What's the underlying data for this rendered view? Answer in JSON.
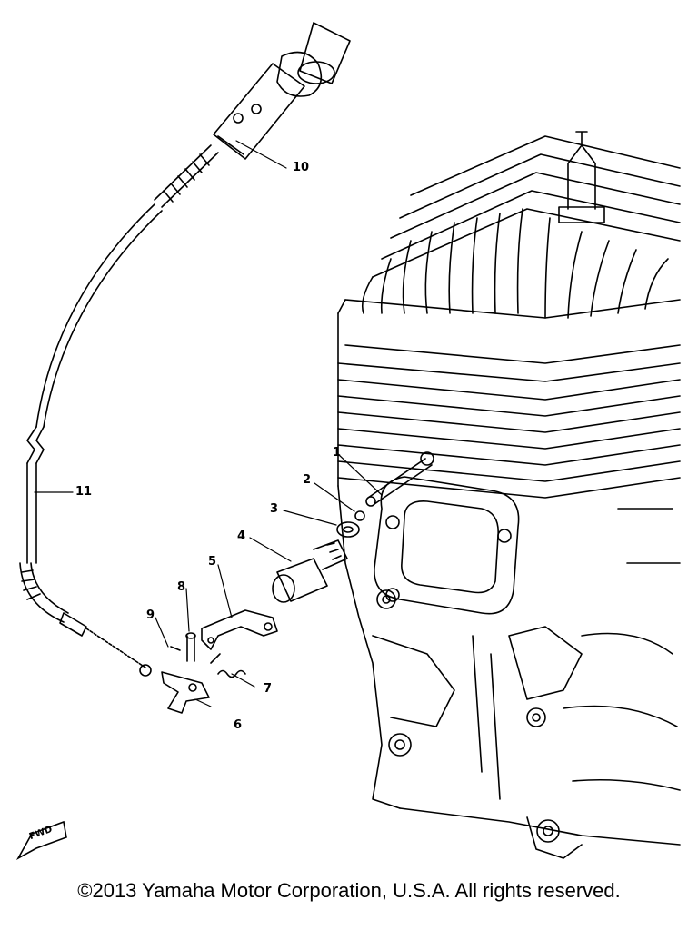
{
  "callouts": [
    {
      "id": "1",
      "text": "1"
    },
    {
      "id": "2",
      "text": "2"
    },
    {
      "id": "3",
      "text": "3"
    },
    {
      "id": "4",
      "text": "4"
    },
    {
      "id": "5",
      "text": "5"
    },
    {
      "id": "6",
      "text": "6"
    },
    {
      "id": "7",
      "text": "7"
    },
    {
      "id": "8",
      "text": "8"
    },
    {
      "id": "9",
      "text": "9"
    },
    {
      "id": "10",
      "text": "10"
    },
    {
      "id": "11",
      "text": "11"
    }
  ],
  "fwd_label": "FWD",
  "copyright": "©2013 Yamaha Motor Corporation, U.S.A. All rights reserved."
}
